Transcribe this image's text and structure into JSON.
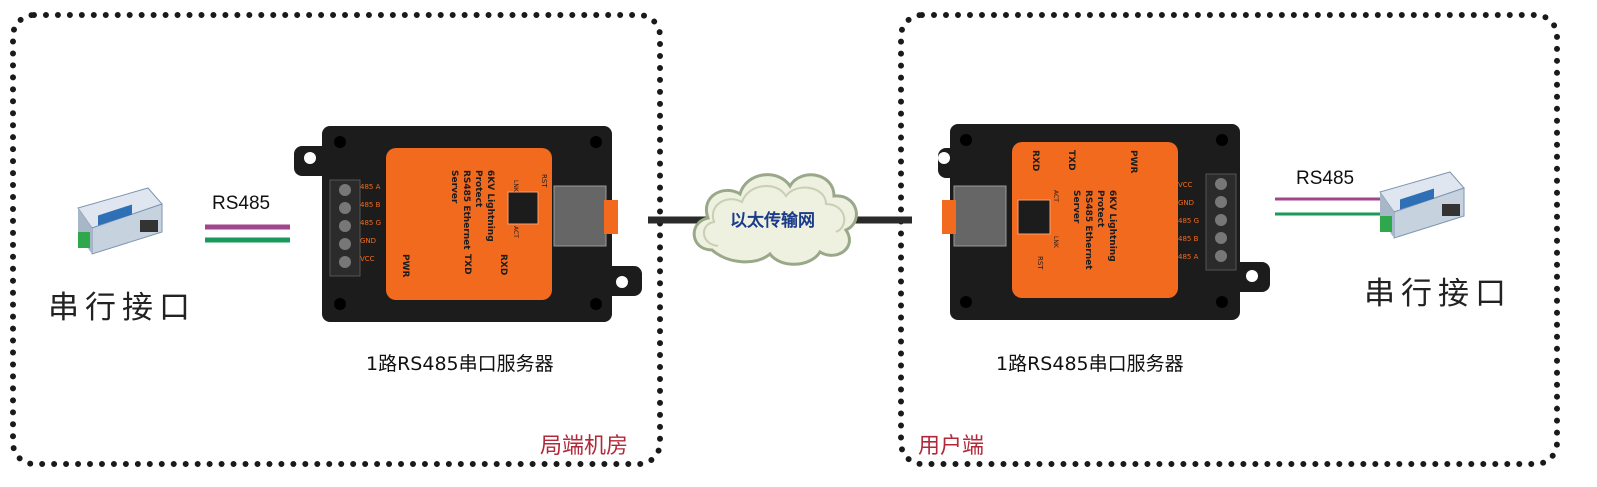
{
  "local_site": {
    "zone_label": "局端机房",
    "interface_label": "串行接口",
    "cable_label": "RS485",
    "server_label": "1路RS485串口服务器"
  },
  "remote_site": {
    "zone_label": "用户端",
    "interface_label": "串行接口",
    "cable_label": "RS485",
    "server_label": "1路RS485串口服务器"
  },
  "network": {
    "cloud_label": "以太传输网"
  },
  "device_panel": {
    "brand_line1": "6KV Lightning Protect",
    "brand_line2": "RS485 Ethernet Server",
    "led_pwr": "PWR",
    "led_txd": "TXD",
    "led_rxd": "RXD",
    "terminals": [
      "485 A",
      "485 B",
      "485 G",
      "GND",
      "VCC"
    ],
    "reset": "RST",
    "link": "LNK",
    "act": "ACT"
  },
  "colors": {
    "zone_label": "#b22a3a",
    "wire_purple": "#a0468c",
    "wire_green": "#1a9a5a",
    "device_orange": "#f26a1e",
    "device_body": "#1c1c1c"
  }
}
